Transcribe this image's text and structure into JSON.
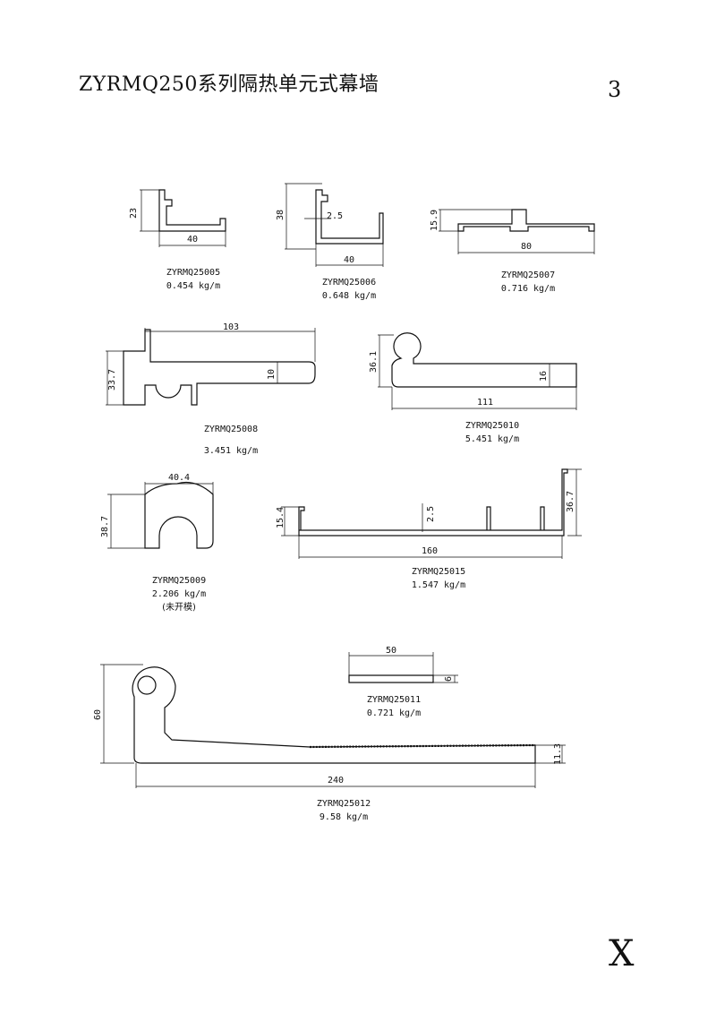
{
  "header": {
    "title": "ZYRMQ250系列隔热单元式幕墙",
    "page_number": "3"
  },
  "footer": {
    "mark": "X"
  },
  "profiles": [
    {
      "code": "ZYRMQ25005",
      "weight": "0.454 kg/m",
      "dims": [
        "23",
        "40"
      ]
    },
    {
      "code": "ZYRMQ25006",
      "weight": "0.648 kg/m",
      "dims": [
        "38",
        "2.5",
        "40"
      ]
    },
    {
      "code": "ZYRMQ25007",
      "weight": "0.716 kg/m",
      "dims": [
        "15.9",
        "80"
      ]
    },
    {
      "code": "ZYRMQ25008",
      "weight": "3.451 kg/m",
      "dims": [
        "103",
        "33.7",
        "10"
      ]
    },
    {
      "code": "ZYRMQ25010",
      "weight": "5.451 kg/m",
      "dims": [
        "36.1",
        "16",
        "111"
      ]
    },
    {
      "code": "ZYRMQ25009",
      "weight": "2.206 kg/m",
      "note": "(未开模)",
      "dims": [
        "40.4",
        "38.7"
      ]
    },
    {
      "code": "ZYRMQ25015",
      "weight": "1.547 kg/m",
      "dims": [
        "15.4",
        "2.5",
        "36.7",
        "160"
      ]
    },
    {
      "code": "ZYRMQ25011",
      "weight": "0.721 kg/m",
      "dims": [
        "50",
        "6"
      ]
    },
    {
      "code": "ZYRMQ25012",
      "weight": "9.58 kg/m",
      "dims": [
        "60",
        "11.3",
        "240"
      ]
    }
  ]
}
